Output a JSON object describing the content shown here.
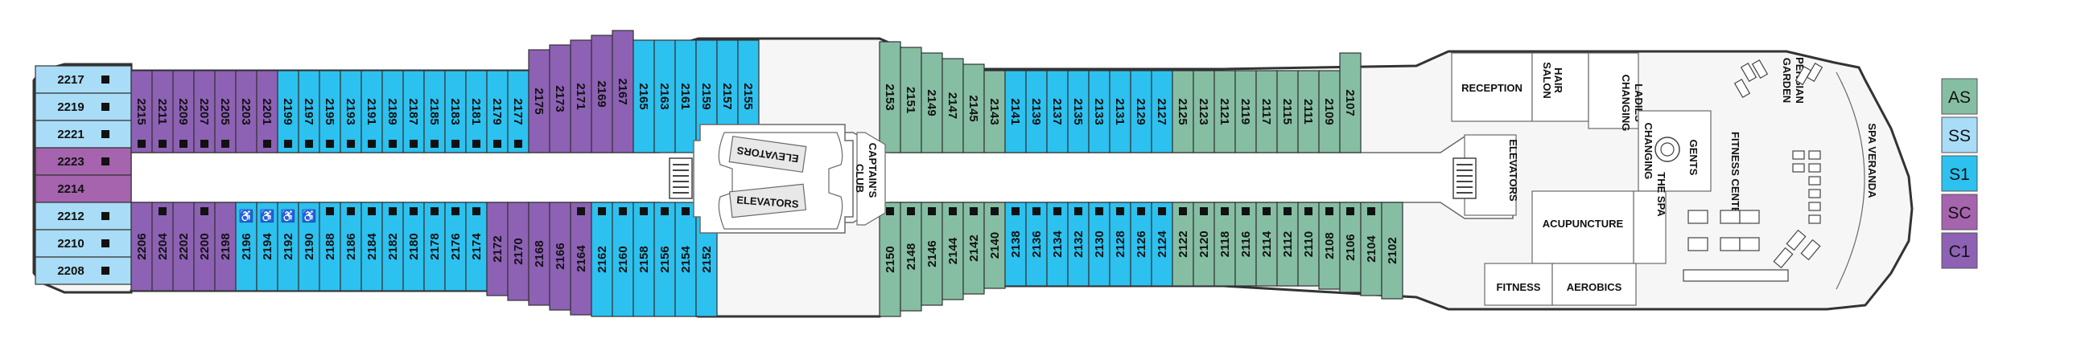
{
  "colors": {
    "AS": "#86bea3",
    "SS": "#a9dcf6",
    "S1": "#2cc1ef",
    "SC": "#a564ad",
    "C1": "#8d61b4",
    "outline": "#333333",
    "interior_line": "#6a6a6a",
    "corridor": "#ffffff"
  },
  "legend": [
    {
      "code": "AS",
      "label": "AS"
    },
    {
      "code": "SS",
      "label": "SS"
    },
    {
      "code": "S1",
      "label": "S1"
    },
    {
      "code": "SC",
      "label": "SC"
    },
    {
      "code": "C1",
      "label": "C1"
    }
  ],
  "aft_cabins": [
    {
      "num": "2217",
      "cat": "SS",
      "marker": true
    },
    {
      "num": "2219",
      "cat": "SS",
      "marker": true
    },
    {
      "num": "2221",
      "cat": "SS",
      "marker": true
    },
    {
      "num": "2223",
      "cat": "SC",
      "marker": true
    },
    {
      "num": "2214",
      "cat": "SC",
      "marker": false
    },
    {
      "num": "2212",
      "cat": "SS",
      "marker": true
    },
    {
      "num": "2210",
      "cat": "SS",
      "marker": true
    },
    {
      "num": "2208",
      "cat": "SS",
      "marker": true
    }
  ],
  "top_cabins_a": [
    {
      "num": "2215",
      "cat": "C1",
      "marker": true
    },
    {
      "num": "2211",
      "cat": "C1",
      "marker": true
    },
    {
      "num": "2209",
      "cat": "C1",
      "marker": true
    },
    {
      "num": "2207",
      "cat": "C1",
      "marker": true
    },
    {
      "num": "2205",
      "cat": "C1",
      "marker": true
    },
    {
      "num": "2203",
      "cat": "C1",
      "marker": false
    },
    {
      "num": "2201",
      "cat": "C1",
      "marker": true
    },
    {
      "num": "2199",
      "cat": "S1",
      "marker": true
    },
    {
      "num": "2197",
      "cat": "S1",
      "marker": true
    },
    {
      "num": "2195",
      "cat": "S1",
      "marker": true
    },
    {
      "num": "2193",
      "cat": "S1",
      "marker": true
    },
    {
      "num": "2191",
      "cat": "S1",
      "marker": true
    },
    {
      "num": "2189",
      "cat": "S1",
      "marker": true
    },
    {
      "num": "2187",
      "cat": "S1",
      "marker": true
    },
    {
      "num": "2185",
      "cat": "S1",
      "marker": true
    },
    {
      "num": "2183",
      "cat": "S1",
      "marker": true
    },
    {
      "num": "2181",
      "cat": "S1",
      "marker": true
    },
    {
      "num": "2179",
      "cat": "S1",
      "marker": true
    },
    {
      "num": "2177",
      "cat": "S1",
      "marker": true
    },
    {
      "num": "2175",
      "cat": "C1",
      "marker": false
    },
    {
      "num": "2173",
      "cat": "C1",
      "marker": false
    },
    {
      "num": "2171",
      "cat": "C1",
      "marker": false
    },
    {
      "num": "2169",
      "cat": "C1",
      "marker": false
    },
    {
      "num": "2167",
      "cat": "C1",
      "marker": false
    },
    {
      "num": "2165",
      "cat": "S1",
      "marker": false
    },
    {
      "num": "2163",
      "cat": "S1",
      "marker": false
    },
    {
      "num": "2161",
      "cat": "S1",
      "marker": false
    },
    {
      "num": "2159",
      "cat": "S1",
      "marker": false
    },
    {
      "num": "2157",
      "cat": "S1",
      "marker": false
    },
    {
      "num": "2155",
      "cat": "S1",
      "marker": false
    }
  ],
  "top_cabins_b": [
    {
      "num": "2153",
      "cat": "AS",
      "marker": false
    },
    {
      "num": "2151",
      "cat": "AS",
      "marker": false
    },
    {
      "num": "2149",
      "cat": "AS",
      "marker": false
    },
    {
      "num": "2147",
      "cat": "AS",
      "marker": false
    },
    {
      "num": "2145",
      "cat": "AS",
      "marker": false
    },
    {
      "num": "2143",
      "cat": "AS",
      "marker": false
    },
    {
      "num": "2141",
      "cat": "S1",
      "marker": false
    },
    {
      "num": "2139",
      "cat": "S1",
      "marker": false
    },
    {
      "num": "2137",
      "cat": "S1",
      "marker": false
    },
    {
      "num": "2135",
      "cat": "S1",
      "marker": false
    },
    {
      "num": "2133",
      "cat": "S1",
      "marker": false
    },
    {
      "num": "2131",
      "cat": "S1",
      "marker": false
    },
    {
      "num": "2129",
      "cat": "S1",
      "marker": false
    },
    {
      "num": "2127",
      "cat": "S1",
      "marker": false
    },
    {
      "num": "2125",
      "cat": "AS",
      "marker": false
    },
    {
      "num": "2123",
      "cat": "AS",
      "marker": false
    },
    {
      "num": "2121",
      "cat": "AS",
      "marker": false
    },
    {
      "num": "2119",
      "cat": "AS",
      "marker": false
    },
    {
      "num": "2117",
      "cat": "AS",
      "marker": false
    },
    {
      "num": "2115",
      "cat": "AS",
      "marker": false
    },
    {
      "num": "2111",
      "cat": "AS",
      "marker": false
    },
    {
      "num": "2109",
      "cat": "AS",
      "marker": false
    },
    {
      "num": "2107",
      "cat": "AS",
      "marker": false
    }
  ],
  "bottom_cabins_a": [
    {
      "num": "2206",
      "cat": "C1",
      "marker": false
    },
    {
      "num": "2204",
      "cat": "C1",
      "marker": true
    },
    {
      "num": "2202",
      "cat": "C1",
      "marker": false
    },
    {
      "num": "2200",
      "cat": "C1",
      "marker": true
    },
    {
      "num": "2198",
      "cat": "C1",
      "marker": false
    },
    {
      "num": "2196",
      "cat": "S1",
      "marker": false,
      "accessible": true
    },
    {
      "num": "2194",
      "cat": "S1",
      "marker": false,
      "accessible": true
    },
    {
      "num": "2192",
      "cat": "S1",
      "marker": false,
      "accessible": true
    },
    {
      "num": "2190",
      "cat": "S1",
      "marker": false,
      "accessible": true
    },
    {
      "num": "2188",
      "cat": "S1",
      "marker": true
    },
    {
      "num": "2186",
      "cat": "S1",
      "marker": true
    },
    {
      "num": "2184",
      "cat": "S1",
      "marker": true
    },
    {
      "num": "2182",
      "cat": "S1",
      "marker": true
    },
    {
      "num": "2180",
      "cat": "S1",
      "marker": true
    },
    {
      "num": "2178",
      "cat": "S1",
      "marker": true
    },
    {
      "num": "2176",
      "cat": "S1",
      "marker": true
    },
    {
      "num": "2174",
      "cat": "S1",
      "marker": true
    },
    {
      "num": "2172",
      "cat": "C1",
      "marker": false
    },
    {
      "num": "2170",
      "cat": "C1",
      "marker": false
    },
    {
      "num": "2168",
      "cat": "C1",
      "marker": false
    },
    {
      "num": "2166",
      "cat": "C1",
      "marker": false
    },
    {
      "num": "2164",
      "cat": "C1",
      "marker": true
    },
    {
      "num": "2162",
      "cat": "S1",
      "marker": true
    },
    {
      "num": "2160",
      "cat": "S1",
      "marker": true
    },
    {
      "num": "2158",
      "cat": "S1",
      "marker": true
    },
    {
      "num": "2156",
      "cat": "S1",
      "marker": true
    },
    {
      "num": "2154",
      "cat": "S1",
      "marker": true
    },
    {
      "num": "2152",
      "cat": "S1",
      "marker": true
    }
  ],
  "bottom_cabins_b": [
    {
      "num": "2150",
      "cat": "AS",
      "marker": true
    },
    {
      "num": "2148",
      "cat": "AS",
      "marker": true
    },
    {
      "num": "2146",
      "cat": "AS",
      "marker": true
    },
    {
      "num": "2144",
      "cat": "AS",
      "marker": true
    },
    {
      "num": "2142",
      "cat": "AS",
      "marker": true
    },
    {
      "num": "2140",
      "cat": "AS",
      "marker": true
    },
    {
      "num": "2138",
      "cat": "S1",
      "marker": true
    },
    {
      "num": "2136",
      "cat": "S1",
      "marker": true
    },
    {
      "num": "2134",
      "cat": "S1",
      "marker": true
    },
    {
      "num": "2132",
      "cat": "S1",
      "marker": true
    },
    {
      "num": "2130",
      "cat": "S1",
      "marker": true
    },
    {
      "num": "2128",
      "cat": "S1",
      "marker": true
    },
    {
      "num": "2126",
      "cat": "S1",
      "marker": true
    },
    {
      "num": "2124",
      "cat": "S1",
      "marker": true
    },
    {
      "num": "2122",
      "cat": "AS",
      "marker": true
    },
    {
      "num": "2120",
      "cat": "AS",
      "marker": true
    },
    {
      "num": "2118",
      "cat": "AS",
      "marker": true
    },
    {
      "num": "2116",
      "cat": "AS",
      "marker": true
    },
    {
      "num": "2114",
      "cat": "AS",
      "marker": true
    },
    {
      "num": "2112",
      "cat": "AS",
      "marker": true
    },
    {
      "num": "2110",
      "cat": "AS",
      "marker": true
    },
    {
      "num": "2108",
      "cat": "AS",
      "marker": true
    },
    {
      "num": "2106",
      "cat": "AS",
      "marker": true
    },
    {
      "num": "2104",
      "cat": "AS",
      "marker": true
    },
    {
      "num": "2102",
      "cat": "AS",
      "marker": false
    }
  ],
  "areas": {
    "elevators_top": "ELEVATORS",
    "elevators_bottom": "ELEVATORS",
    "captains_club_1": "CAPTAIN'S",
    "captains_club_2": "CLUB",
    "reception": "RECEPTION",
    "hair_salon_1": "HAIR",
    "hair_salon_2": "SALON",
    "gents_changing_1": "GENTS",
    "gents_changing_2": "CHANGING",
    "ladies_changing_1": "LADIES",
    "ladies_changing_2": "CHANGING",
    "elevators_spa": "ELEVATORS",
    "the_spa": "THE SPA",
    "acupuncture": "ACUPUNCTURE",
    "fitness": "FITNESS",
    "aerobics": "AEROBICS",
    "persian_garden_1": "PERSIAN",
    "persian_garden_2": "GARDEN",
    "fitness_center": "FITNESS CENTER",
    "spa_veranda": "SPA VERANDA"
  }
}
